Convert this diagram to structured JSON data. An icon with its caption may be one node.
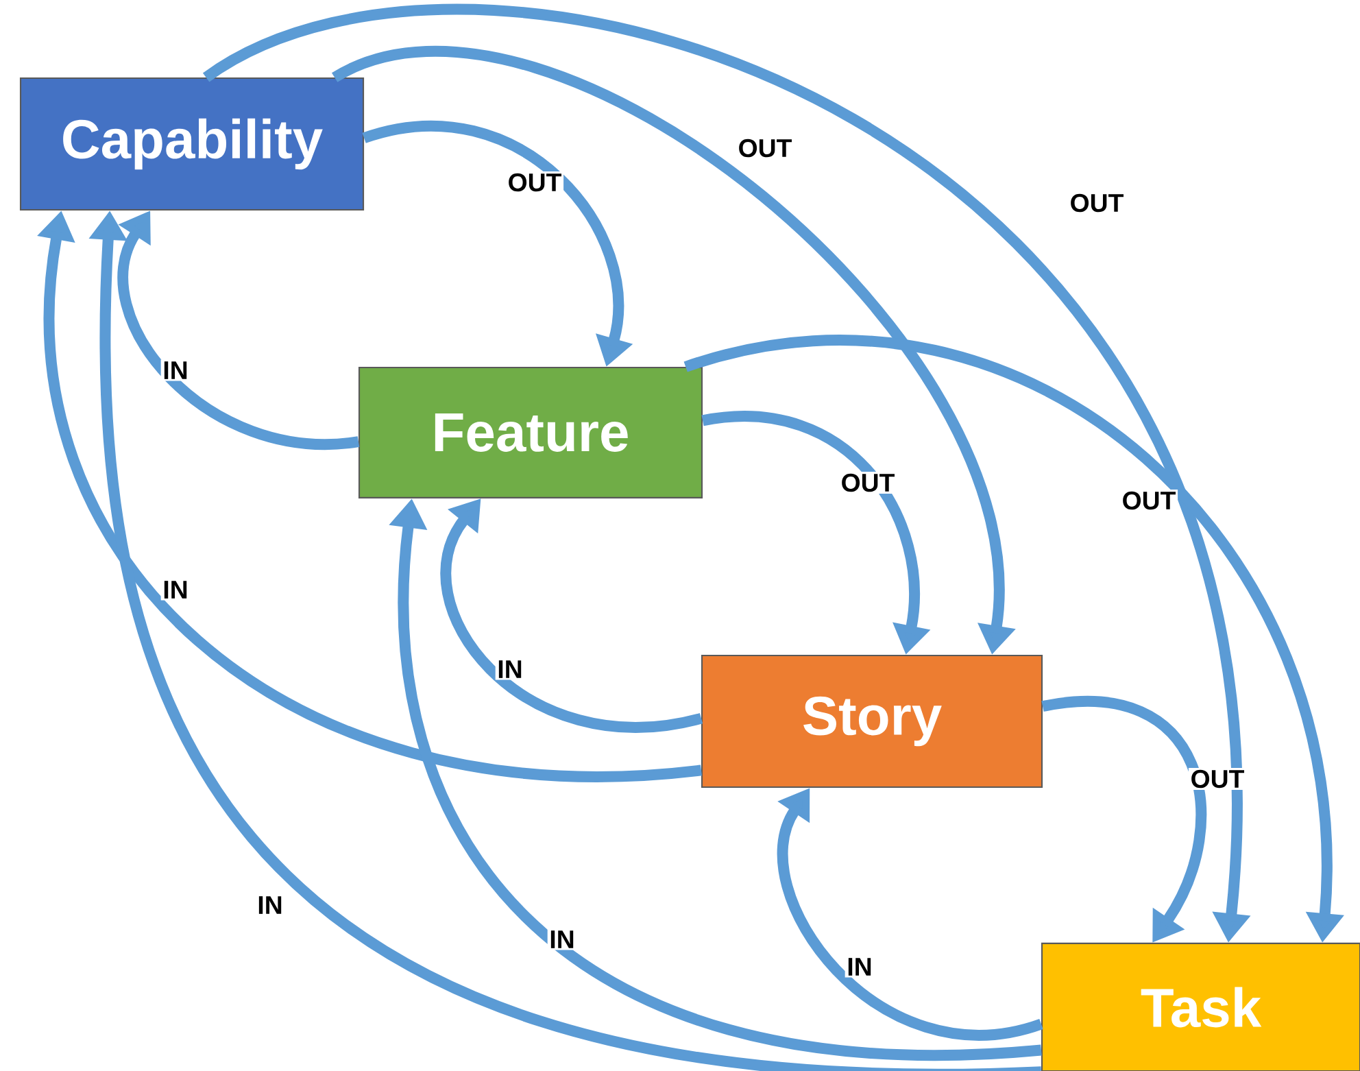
{
  "diagram": {
    "nodes": [
      {
        "text": [
          "Capability"
        ]
      },
      {
        "text": [
          "Feature"
        ]
      },
      {
        "text": [
          "Story"
        ]
      },
      {
        "text": [
          "Task"
        ]
      }
    ],
    "edges": [
      {
        "from": 0,
        "to": 1,
        "arrow": "to",
        "label": "OUT"
      },
      {
        "from": 0,
        "to": 2,
        "arrow": "to",
        "label": "OUT"
      },
      {
        "from": 0,
        "to": 3,
        "arrow": "to",
        "label": "OUT"
      },
      {
        "from": 1,
        "to": 2,
        "arrow": "to",
        "label": "OUT"
      },
      {
        "from": 1,
        "to": 3,
        "arrow": "to",
        "label": "OUT"
      },
      {
        "from": 2,
        "to": 3,
        "arrow": "to",
        "label": "OUT"
      },
      {
        "from": 1,
        "to": 0,
        "arrow": "to",
        "label": "IN"
      },
      {
        "from": 2,
        "to": 1,
        "arrow": "to",
        "label": "IN"
      },
      {
        "from": 3,
        "to": 2,
        "arrow": "to",
        "label": "IN"
      },
      {
        "from": 2,
        "to": 0,
        "arrow": "to",
        "label": "IN"
      },
      {
        "from": 3,
        "to": 1,
        "arrow": "to",
        "label": "IN"
      },
      {
        "from": 3,
        "to": 0,
        "arrow": "to",
        "label": "IN"
      }
    ]
  }
}
